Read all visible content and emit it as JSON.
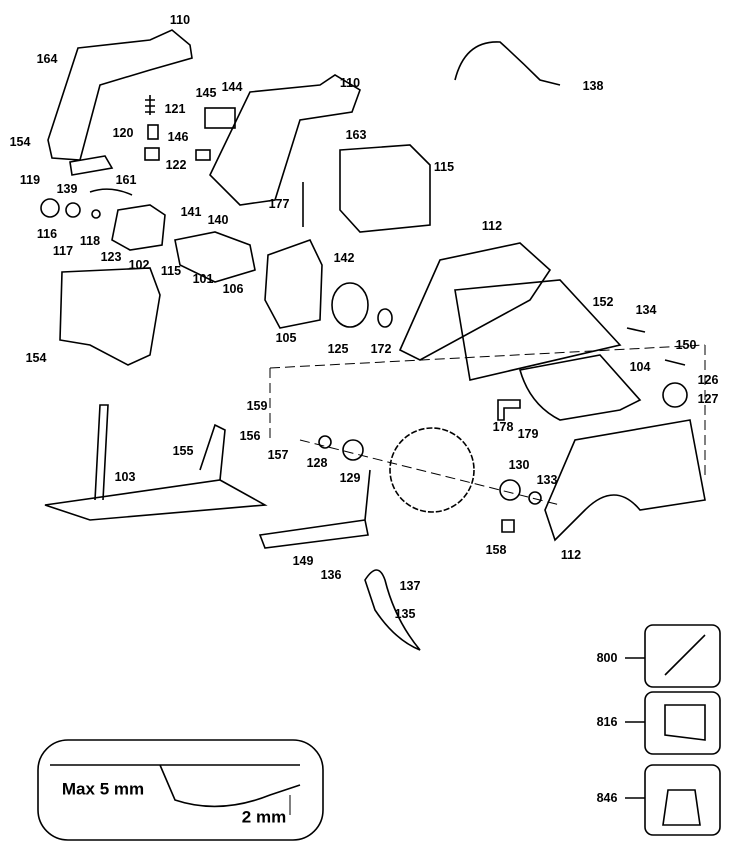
{
  "diagram": {
    "part_numbers": [
      "110",
      "164",
      "154",
      "121",
      "145",
      "144",
      "120",
      "146",
      "122",
      "119",
      "139",
      "161",
      "116",
      "117",
      "118",
      "102",
      "123",
      "115",
      "154",
      "110",
      "163",
      "115",
      "138",
      "141",
      "140",
      "177",
      "101",
      "106",
      "142",
      "105",
      "125",
      "172",
      "112",
      "152",
      "134",
      "150",
      "104",
      "126",
      "127",
      "159",
      "155",
      "156",
      "157",
      "103",
      "128",
      "129",
      "178",
      "179",
      "130",
      "133",
      "158",
      "112",
      "149",
      "136",
      "137",
      "135",
      "800",
      "816",
      "846"
    ],
    "inset": {
      "max_depth": "Max 5 mm",
      "min_depth": "2 mm"
    },
    "line_color": "#000000",
    "background": "#ffffff"
  }
}
